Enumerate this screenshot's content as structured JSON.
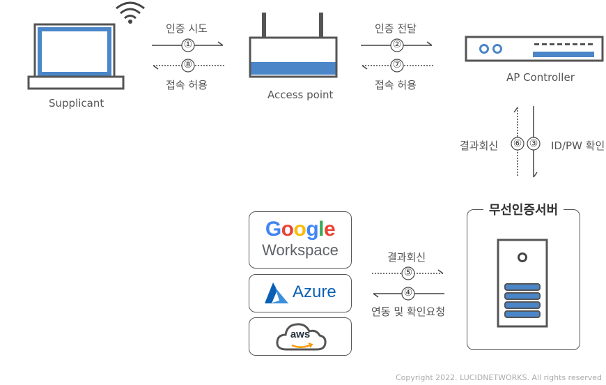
{
  "nodes": {
    "supplicant": "Supplicant",
    "access_point": "Access point",
    "ap_controller": "AP Controller",
    "auth_server": "무선인증서버"
  },
  "steps": {
    "s1": {
      "num": "①",
      "label": "인증 시도"
    },
    "s8": {
      "num": "⑧",
      "label": "접속 허용"
    },
    "s2": {
      "num": "②",
      "label": "인증 전달"
    },
    "s7": {
      "num": "⑦",
      "label": "접속 허용"
    },
    "s6": {
      "num": "⑥",
      "label": "결과회신"
    },
    "s3": {
      "num": "③",
      "label": "ID/PW 확인"
    },
    "s5": {
      "num": "⑤",
      "label": "결과회신"
    },
    "s4": {
      "num": "④",
      "label": "연동 및 확인요청"
    }
  },
  "providers": {
    "google_line1": "Google",
    "google_line2": "Workspace",
    "azure": "Azure",
    "aws": "aws"
  },
  "footer": {
    "copyright": "Copyright 2022. LUCIDNETWORKS. All rights reserved"
  },
  "colors": {
    "accent_blue": "#4a86c8",
    "dark": "#555555",
    "google_blue": "#4285F4",
    "google_red": "#EA4335",
    "google_yellow": "#FBBC05",
    "google_green": "#34A853",
    "azure_blue": "#0a5fb4",
    "aws_dark": "#232f3e",
    "aws_orange": "#ff9900"
  }
}
